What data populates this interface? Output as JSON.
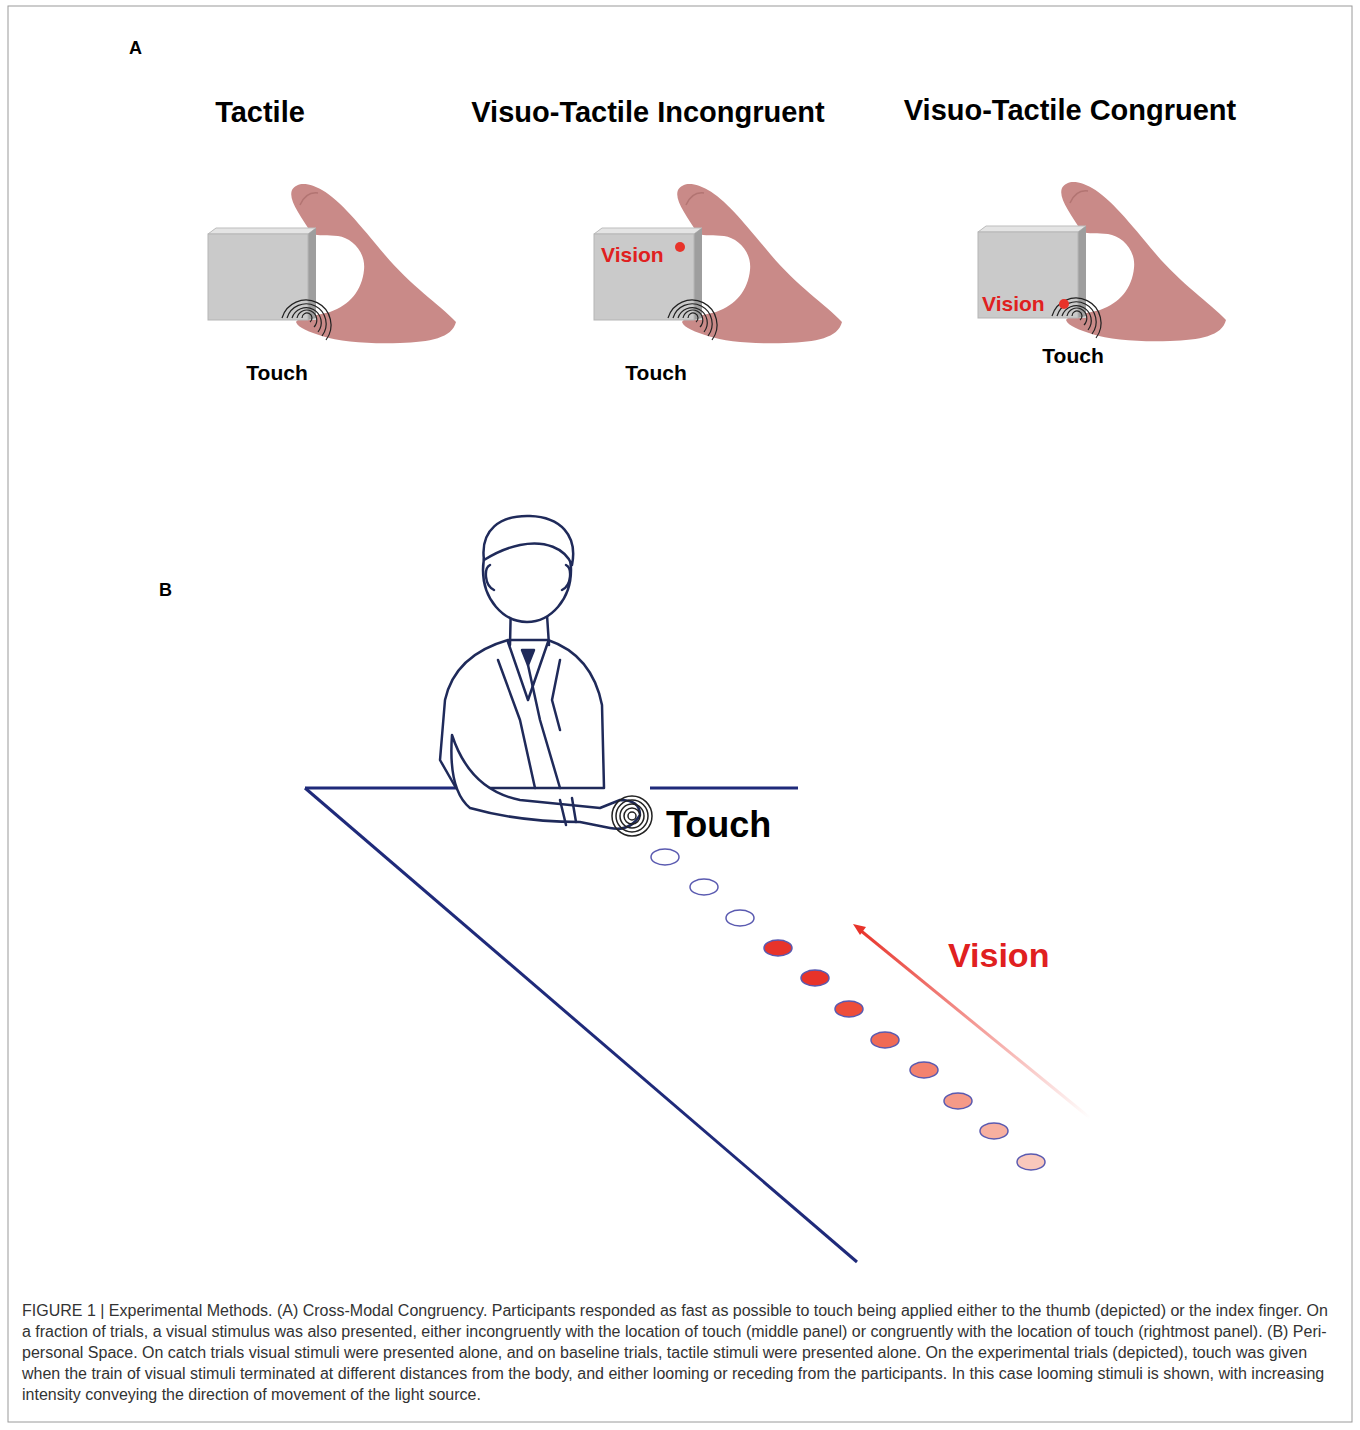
{
  "diagram": {
    "caption": "FIGURE 1 | Experimental Methods. (A) Cross-Modal Congruency. Participants responded as fast as possible to touch being applied either to the thumb (depicted) or the index finger. On a fraction of trials, a visual stimulus was also presented, either incongruently with the location of touch (middle panel) or congruently with the location of touch (rightmost panel). (B) Peri-personal Space. On catch trials visual stimuli were presented alone, and on baseline trials, tactile stimuli were presented alone. On the experimental trials (depicted), touch was given when the train of visual stimuli terminated at different distances from the body, and either looming or receding from the participants. In this case looming stimuli is shown, with increasing intensity conveying the direction of movement of the light source.",
    "labels": [
      "A",
      "Tactile",
      "Visuo-Tactile Incongruent",
      "Visuo-Tactile Congruent",
      "Touch",
      "Vision",
      "Touch",
      "Vision",
      "Touch",
      "B",
      "Touch",
      "Vision"
    ]
  }
}
